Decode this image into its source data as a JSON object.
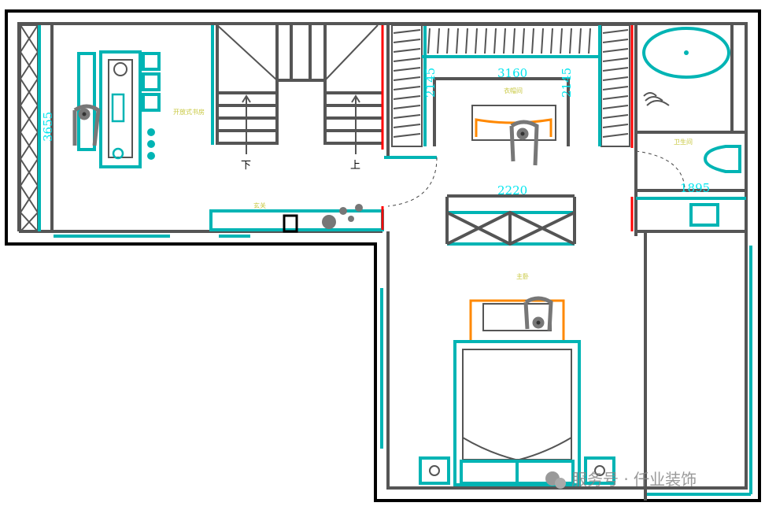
{
  "rooms": {
    "study": "开放式书房",
    "closet": "衣帽间",
    "bathroom": "卫生间",
    "master_bedroom": "主卧",
    "entry": "玄关"
  },
  "dimensions": {
    "study_height": "3655",
    "closet_width": "3160",
    "closet_left": "2145",
    "closet_right": "2145",
    "partition_width": "2220",
    "bathroom_width": "1895"
  },
  "stairs": {
    "down": "下",
    "up": "上"
  },
  "watermark": "服务号 · 仟业装饰",
  "colors": {
    "wall": "#555555",
    "window": "#00b4b4",
    "door": "#ff0000",
    "furniture_accent": "#ff8800",
    "dimension": "#00e5ee"
  }
}
